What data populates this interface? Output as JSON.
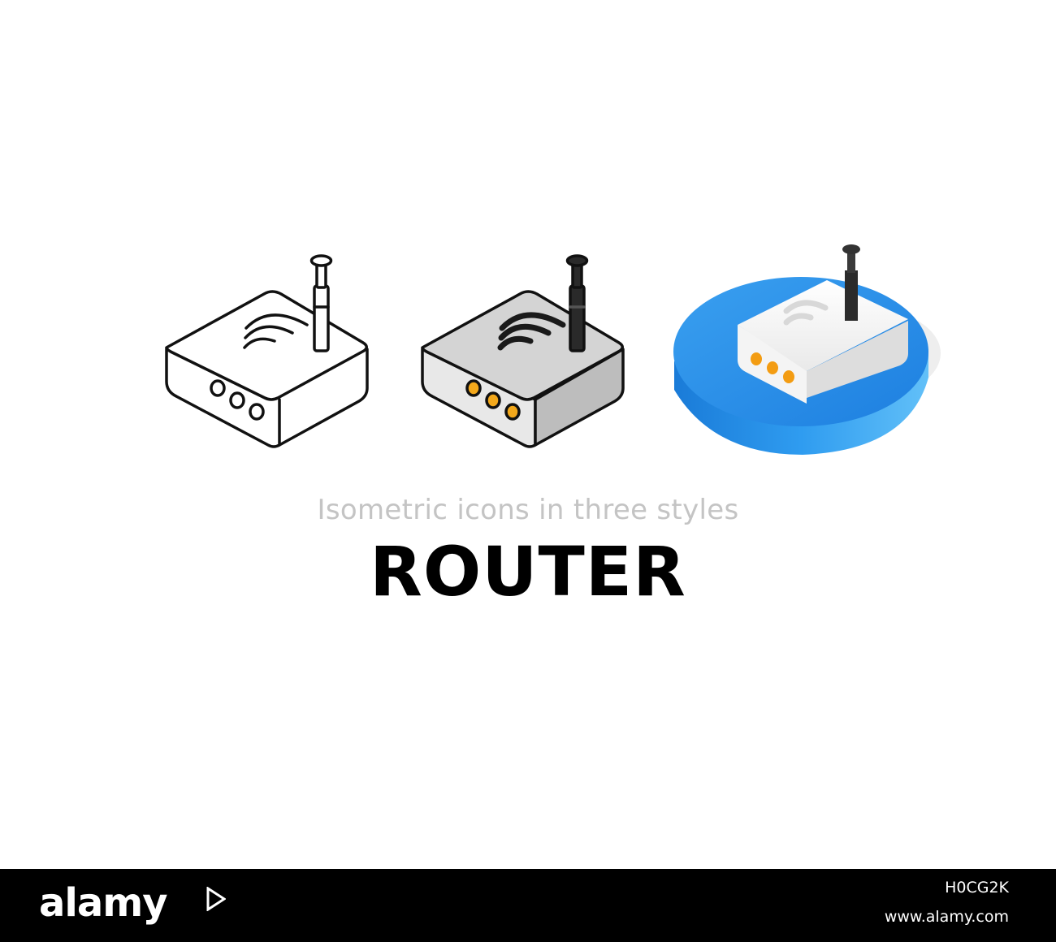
{
  "heading": {
    "subtitle": "Isometric icons in three styles",
    "title": "ROUTER"
  },
  "icons": [
    {
      "name": "router-outline-icon",
      "style": "outline"
    },
    {
      "name": "router-filled-icon",
      "style": "filled"
    },
    {
      "name": "router-isometric-icon",
      "style": "isometric"
    }
  ],
  "colors": {
    "background": "#ffffff",
    "outline_stroke": "#111111",
    "filled_body": "#d4d4d4",
    "led_orange": "#f3a81b",
    "platform_blue": "#2f8ee8",
    "footer_bg": "#000000"
  },
  "footer": {
    "brand": "alamy",
    "image_id": "H0CG2K",
    "site": "www.alamy.com"
  }
}
